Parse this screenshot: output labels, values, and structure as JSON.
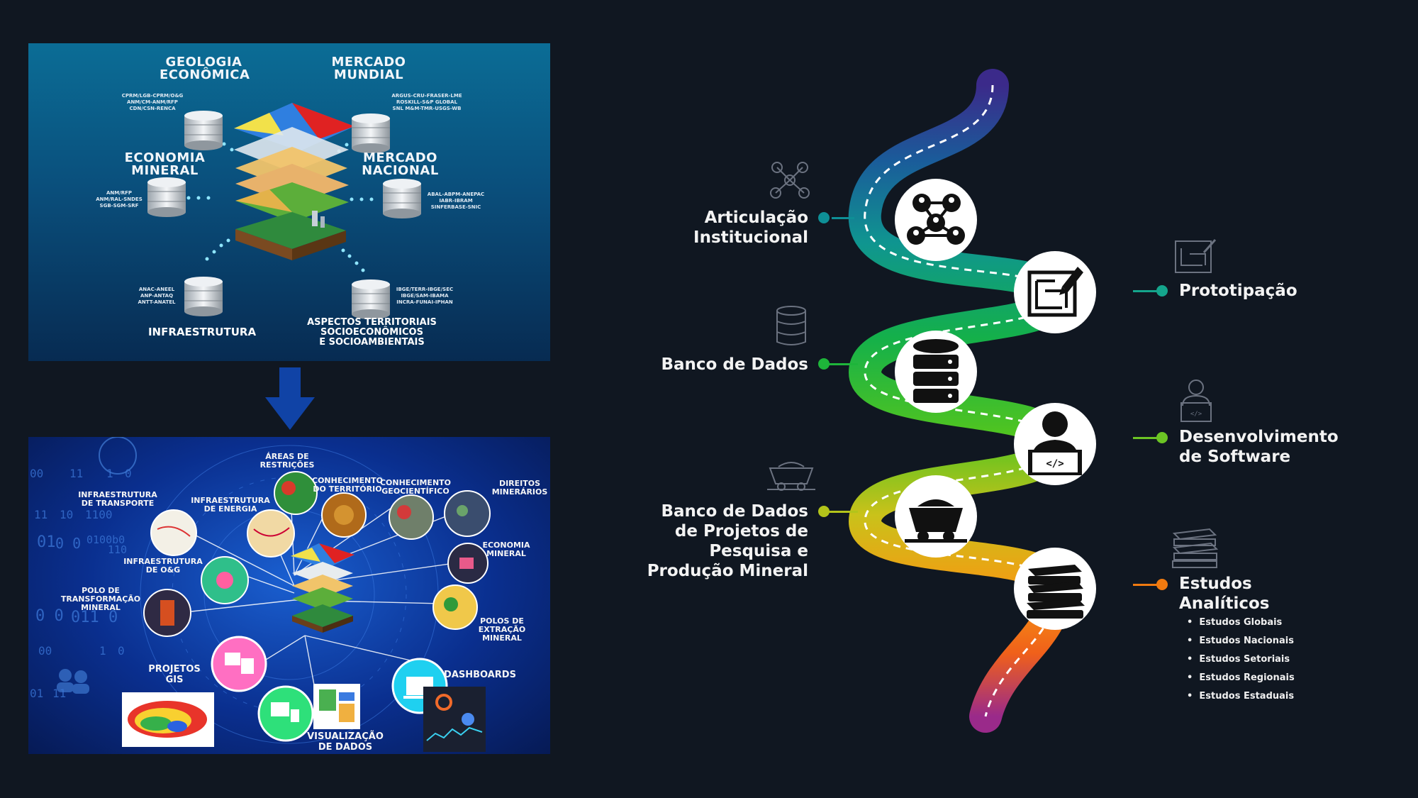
{
  "top_panel": {
    "geologia": {
      "title_l1": "GEOLOGIA",
      "title_l2": "ECONÔMICA",
      "sources": [
        "CPRM/LGB-CPRM/O&G",
        "ANM/CM-ANM/RFP",
        "CDN/CSN-RENCA"
      ]
    },
    "mercado_mundial": {
      "title_l1": "MERCADO",
      "title_l2": "MUNDIAL",
      "sources": [
        "ARGUS-CRU-FRASER-LME",
        "ROSKILL-S&P GLOBAL",
        "SNL M&M-TMR-USGS-WB"
      ]
    },
    "economia": {
      "title_l1": "ECONOMIA",
      "title_l2": "MINERAL",
      "sources": [
        "ANM/RFP",
        "ANM/RAL-SNDES",
        "SGB-SGM-SRF"
      ]
    },
    "mercado_nacional": {
      "title_l1": "MERCADO",
      "title_l2": "NACIONAL",
      "sources": [
        "ABAL-ABPM-ANEPAC",
        "IABR-IBRAM",
        "SINFERBASE-SNIC"
      ]
    },
    "infra": {
      "title": "INFRAESTRUTURA",
      "sources": [
        "ANAC-ANEEL",
        "ANP-ANTAQ",
        "ANTT-ANATEL"
      ]
    },
    "aspectos": {
      "title_l1": "ASPECTOS TERRITORIAIS",
      "title_l2": "SOCIOECONÔMICOS",
      "title_l3": "E SOCIOAMBIENTAIS",
      "sources": [
        "IBGE/TERR-IBGE/SEC",
        "IBGE/SAM-IBAMA",
        "INCRA-FUNAI-IPHAN"
      ]
    }
  },
  "bottom_panel": {
    "areas": {
      "l1": "ÁREAS DE",
      "l2": "RESTRIÇÕES"
    },
    "conhecimento_territorio": {
      "l1": "CONHECIMENTO",
      "l2": "DO TERRITÓRIO"
    },
    "conhecimento_geo": {
      "l1": "CONHECIMENTO",
      "l2": "GEOCIENTÍFICO"
    },
    "direitos": {
      "l1": "DIREITOS",
      "l2": "MINERÁRIOS"
    },
    "infra_transporte": {
      "l1": "INFRAESTRUTURA",
      "l2": "DE TRANSPORTE"
    },
    "infra_energia": {
      "l1": "INFRAESTRUTURA",
      "l2": "DE ENERGIA"
    },
    "economia_mineral": {
      "l1": "ECONOMIA",
      "l2": "MINERAL"
    },
    "infra_og": {
      "l1": "INFRAESTRUTURA",
      "l2": "DE O&G"
    },
    "polo_transf": {
      "l1": "POLO DE",
      "l2": "TRANSFORMAÇÃO",
      "l3": "MINERAL"
    },
    "polos_extracao": {
      "l1": "POLOS DE",
      "l2": "EXTRAÇÃO MINERAL"
    },
    "projetos": {
      "l1": "PROJETOS",
      "l2": "GIS"
    },
    "dashboards": {
      "l1": "DASHBOARDS"
    },
    "visualizacao": {
      "l1": "VISUALIZAÇÃO",
      "l2": "DE DADOS"
    },
    "binary": [
      "00",
      "11",
      "1",
      "0",
      "11",
      "10",
      "1100",
      "01",
      "0 0",
      "0100b0",
      "110",
      "0 0",
      "011 0",
      "00",
      "1",
      "0",
      "01",
      "11"
    ]
  },
  "roadmap": {
    "steps": [
      {
        "label_l1": "Articulação",
        "label_l2": "Institucional",
        "icon": "network-people-icon",
        "color": "#0e8f96"
      },
      {
        "label_l1": "Prototipação",
        "icon": "blueprint-pencil-icon",
        "color": "#14a58c"
      },
      {
        "label_l1": "Banco de Dados",
        "icon": "database-icon",
        "color": "#1eb53a"
      },
      {
        "label_l1": "Desenvolvimento",
        "label_l2": "de Software",
        "icon": "developer-laptop-icon",
        "color": "#6cc424"
      },
      {
        "label_l1": "Banco de Dados",
        "label_l2": "de Projetos de",
        "label_l3": "Pesquisa e",
        "label_l4": "Produção Mineral",
        "icon": "mine-cart-icon",
        "color": "#b3c41a"
      },
      {
        "label_l1": "Estudos",
        "label_l2": "Analíticos",
        "icon": "books-icon",
        "color": "#f07a10"
      }
    ],
    "estudos": [
      "Estudos Globais",
      "Estudos Nacionais",
      "Estudos Setoriais",
      "Estudos Regionais",
      "Estudos Estaduais"
    ]
  },
  "colors": {
    "background": "#101721",
    "arrow": "#1043a6"
  }
}
